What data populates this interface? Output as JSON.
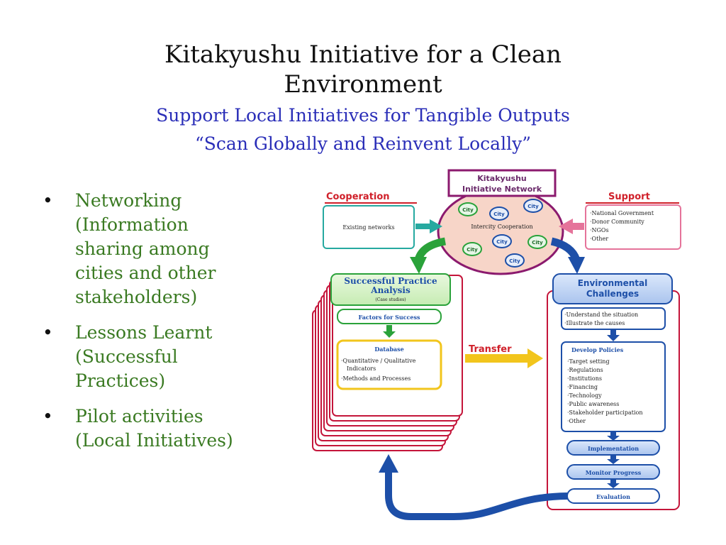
{
  "slide": {
    "title_line1": "Kitakyushu Initiative for a Clean",
    "title_line2": "Environment",
    "subtitle_line1": "Support Local Initiatives for Tangible Outputs",
    "subtitle_line2": "“Scan Globally and Reinvent Locally”"
  },
  "bullets": [
    {
      "lines": [
        "Networking",
        "(Information",
        "sharing among",
        "cities and other",
        "stakeholders)"
      ]
    },
    {
      "lines": [
        "Lessons Learnt",
        "(Successful",
        "Practices)"
      ]
    },
    {
      "lines": [
        "Pilot activities",
        "(Local Initiatives)"
      ]
    }
  ],
  "diagram": {
    "network_title_1": "Kitakyushu",
    "network_title_2": "Initiative Network",
    "city_label": "City",
    "intercity": "Intercity Cooperation",
    "cooperation_label": "Cooperation",
    "existing_networks": "Existing networks",
    "support_label": "Support",
    "support_items": [
      "·National Government",
      "·Donor Community",
      "·NGOs",
      "·Other"
    ],
    "practice_title_1": "Successful Practice",
    "practice_title_2": "Analysis",
    "practice_note": "(Case studies)",
    "factors": "Factors for Success",
    "database_title": "Database",
    "database_items": [
      "·Quantitative / Qualitative",
      "Indicators",
      "·Methods and Processes"
    ],
    "transfer": "Transfer",
    "env_title_1": "Environmental",
    "env_title_2": "Challenges",
    "understand_items": [
      "·Understand the situation",
      "·Illustrate the causes"
    ],
    "policies_title": "Develop Policies",
    "policy_items": [
      "·Target setting",
      "·Regulations",
      "·Institutions",
      "·Financing",
      "·Technology",
      "·Public awareness",
      "·Stakeholder participation",
      "·Other"
    ],
    "implementation": "Implementation",
    "monitor": "Monitor Progress",
    "evaluation": "Evaluation"
  },
  "colors": {
    "title": "#111111",
    "subtitle": "#2a2eb8",
    "bullet_text": "#3a7a22",
    "cooperation": "#d0202a",
    "support": "#d0202a",
    "stack_border": "#c4153a",
    "network_fill": "#f7d5c8",
    "network_border": "#8b1a6e",
    "arrow_green": "#2aa23a",
    "arrow_blue": "#1d4fa8",
    "arrow_teal": "#26a9a0",
    "arrow_pink": "#e5739a",
    "arrow_yellow": "#f2c51c"
  }
}
